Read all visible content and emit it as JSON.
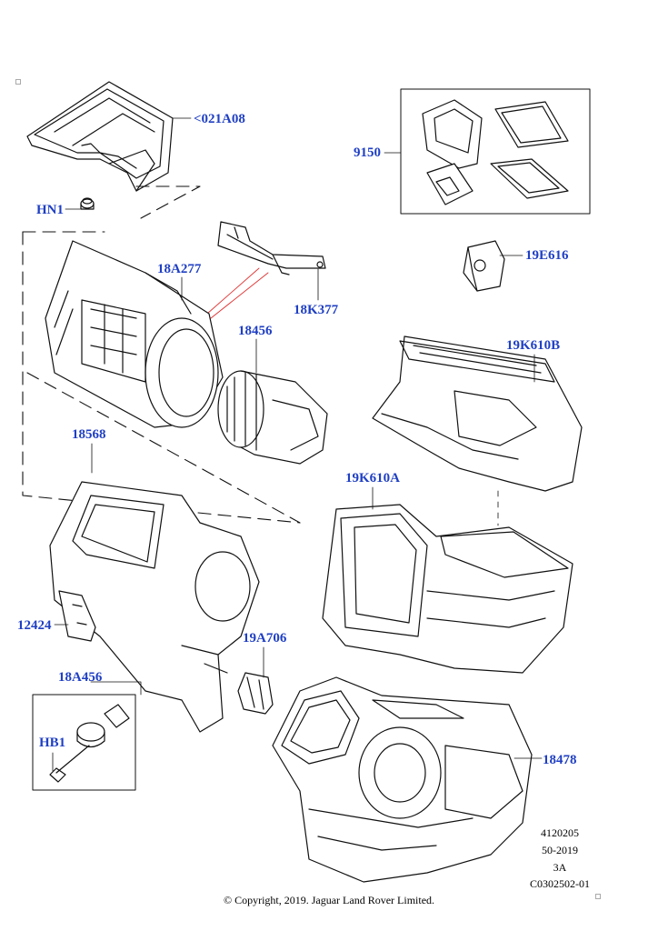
{
  "callouts": {
    "c021A08": "<021A08",
    "HN1": "HN1",
    "c9150": "9150",
    "c18A277": "18A277",
    "c18K377": "18K377",
    "c19E616": "19E616",
    "c18456": "18456",
    "c19K610B": "19K610B",
    "c18568": "18568",
    "c19K610A": "19K610A",
    "c12424": "12424",
    "c19A706": "19A706",
    "c18A456": "18A456",
    "HB1": "HB1",
    "c18478": "18478"
  },
  "meta": {
    "line1": "4120205",
    "line2": "50-2019",
    "line3": "3A",
    "line4": "C0302502-01"
  },
  "copyright": "© Copyright, 2019. Jaguar Land Rover Limited.",
  "colors": {
    "callout": "#1f3fc4",
    "leader": "#000000",
    "guide": "#e03030"
  }
}
